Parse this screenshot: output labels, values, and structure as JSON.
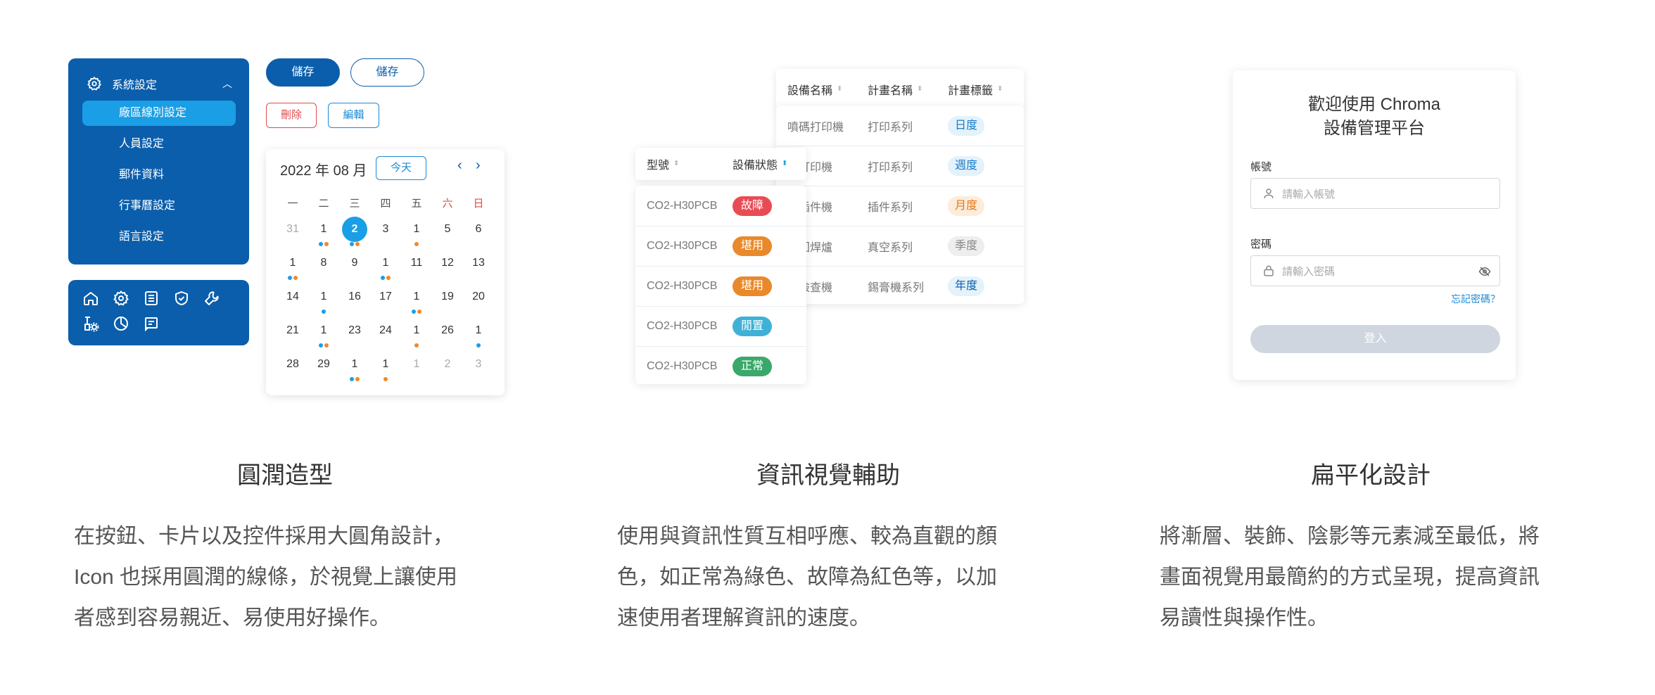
{
  "sidebar": {
    "header": "系統設定",
    "items": [
      "廠區線別設定",
      "人員設定",
      "郵件資料",
      "行事曆設定",
      "語言設定"
    ],
    "active_index": 0
  },
  "iconbar": {
    "icons": [
      "home-icon",
      "gear-icon",
      "list-icon",
      "shield-check-icon",
      "wrench-icon",
      "equipment-settings-icon",
      "pie-chart-icon",
      "message-icon"
    ]
  },
  "buttons": {
    "save_solid": "儲存",
    "save_outline": "儲存",
    "delete": "刪除",
    "edit": "編輯"
  },
  "calendar": {
    "title": "2022 年 08 月",
    "today_label": "今天",
    "prev": "‹",
    "next": "›",
    "weekdays": [
      "一",
      "二",
      "三",
      "四",
      "五",
      "六",
      "日"
    ],
    "weeks": [
      [
        {
          "d": "31",
          "m": true
        },
        {
          "d": "1",
          "dots": [
            "b",
            "o"
          ]
        },
        {
          "d": "2",
          "sel": true,
          "dots": [
            "b",
            "o"
          ]
        },
        {
          "d": "3"
        },
        {
          "d": "1",
          "dots": [
            "o"
          ]
        },
        {
          "d": "5"
        },
        {
          "d": "6"
        }
      ],
      [
        {
          "d": "1",
          "dots": [
            "b",
            "o"
          ]
        },
        {
          "d": "8"
        },
        {
          "d": "9"
        },
        {
          "d": "1",
          "dots": [
            "b",
            "o"
          ]
        },
        {
          "d": "11"
        },
        {
          "d": "12"
        },
        {
          "d": "13"
        }
      ],
      [
        {
          "d": "14"
        },
        {
          "d": "1",
          "dots": [
            "b"
          ]
        },
        {
          "d": "16"
        },
        {
          "d": "17"
        },
        {
          "d": "1",
          "dots": [
            "b",
            "o"
          ]
        },
        {
          "d": "19"
        },
        {
          "d": "20"
        }
      ],
      [
        {
          "d": "21"
        },
        {
          "d": "1",
          "dots": [
            "b",
            "o"
          ]
        },
        {
          "d": "23"
        },
        {
          "d": "24"
        },
        {
          "d": "1",
          "dots": [
            "o"
          ]
        },
        {
          "d": "26"
        },
        {
          "d": "1",
          "dots": [
            "b"
          ]
        }
      ],
      [
        {
          "d": "28"
        },
        {
          "d": "29"
        },
        {
          "d": "1",
          "dots": [
            "b",
            "o"
          ]
        },
        {
          "d": "1",
          "dots": [
            "o"
          ]
        },
        {
          "d": "1",
          "m": true
        },
        {
          "d": "2",
          "m": true
        },
        {
          "d": "3",
          "m": true
        }
      ]
    ]
  },
  "plan_table": {
    "headers": [
      "設備名稱",
      "計畫名稱",
      "計畫標籤"
    ],
    "rows": [
      {
        "name": "噴碼打印機",
        "plan": "打印系列",
        "tag": "日度",
        "kind": "day"
      },
      {
        "name": "碼打印機",
        "plan": "打印系列",
        "tag": "週度",
        "kind": "week"
      },
      {
        "name": "式插件機",
        "plan": "插件系列",
        "tag": "月度",
        "kind": "month"
      },
      {
        "name": "空回焊爐",
        "plan": "真空系列",
        "tag": "季度",
        "kind": "season"
      },
      {
        "name": "膏檢查機",
        "plan": "錫膏機系列",
        "tag": "年度",
        "kind": "year"
      }
    ]
  },
  "status_table": {
    "headers": [
      "型號",
      "設備狀態"
    ],
    "rows": [
      {
        "model": "CO2-H30PCB",
        "status": "故障",
        "color": "#e94b55"
      },
      {
        "model": "CO2-H30PCB",
        "status": "堪用",
        "color": "#e9892b"
      },
      {
        "model": "CO2-H30PCB",
        "status": "堪用",
        "color": "#e9892b"
      },
      {
        "model": "CO2-H30PCB",
        "status": "閒置",
        "color": "#3fb1d6"
      },
      {
        "model": "CO2-H30PCB",
        "status": "正常",
        "color": "#3aa86b"
      }
    ]
  },
  "login": {
    "title_line1": "歡迎使用 Chroma",
    "title_line2": "設備管理平台",
    "account_label": "帳號",
    "account_placeholder": "請輸入帳號",
    "password_label": "密碼",
    "password_placeholder": "請輸入密碼",
    "forgot": "忘記密碼？",
    "submit": "登入"
  },
  "captions": [
    {
      "title": "圓潤造型",
      "lines": [
        "在按鈕、卡片以及控件採用大圓角設計，",
        "Icon 也採用圓潤的線條，於視覺上讓使用",
        "者感到容易親近、易使用好操作。"
      ]
    },
    {
      "title": "資訊視覺輔助",
      "lines": [
        "使用與資訊性質互相呼應、較為直觀的顏",
        "色，如正常為綠色、故障為紅色等，以加",
        "速使用者理解資訊的速度。"
      ]
    },
    {
      "title": "扁平化設計",
      "lines": [
        "將漸層、裝飾、陰影等元素減至最低，將",
        "畫面視覺用最簡約的方式呈現，提高資訊",
        "易讀性與操作性。"
      ]
    }
  ]
}
